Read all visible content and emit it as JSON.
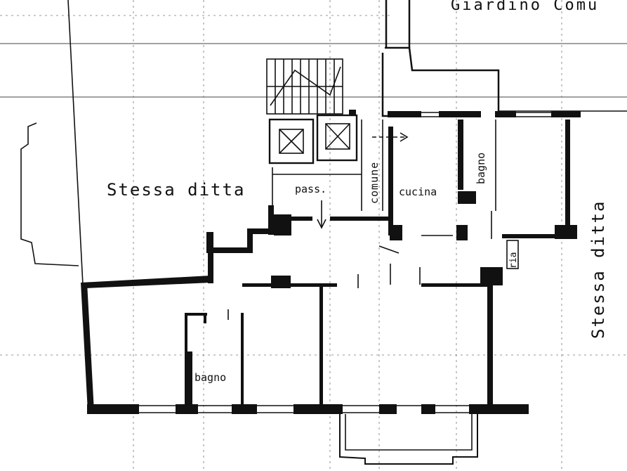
{
  "labels": {
    "top_caption": "Giardino Comu",
    "stessa_ditta_left": "Stessa ditta",
    "stessa_ditta_right": "Stessa ditta",
    "pass": "pass.",
    "comune": "comune",
    "cucina": "cucina",
    "bagno_top": "bagno",
    "bagno_bottom": "bagno",
    "ria": "ria"
  },
  "colors": {
    "ink": "#111111",
    "paper": "#ffffff",
    "grid": "#777777"
  }
}
